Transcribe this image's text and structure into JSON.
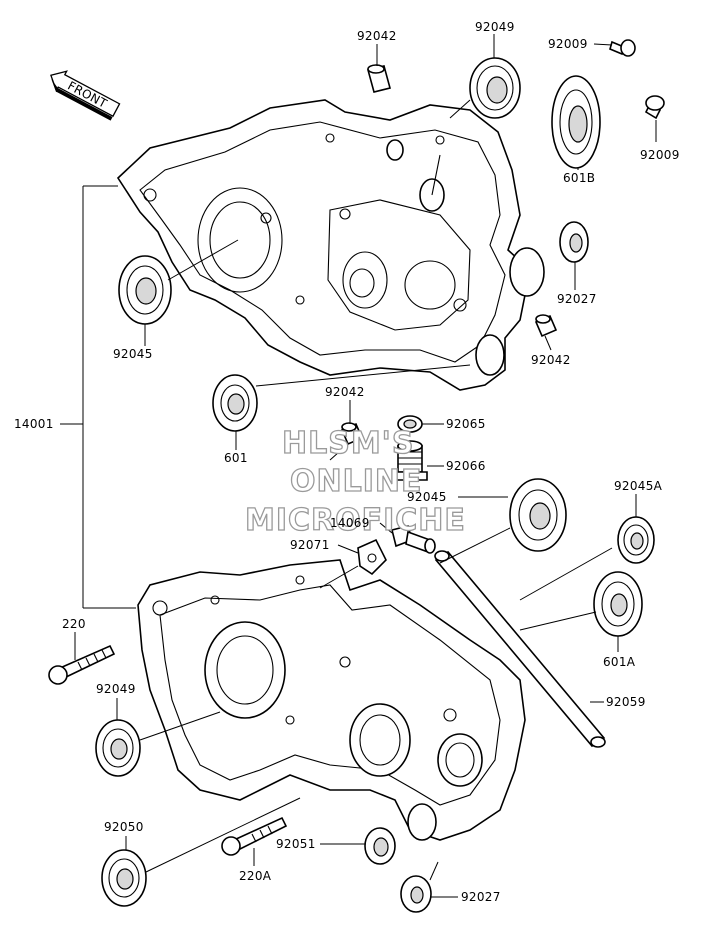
{
  "diagram": {
    "front_marker": "FRONT",
    "watermark": [
      "HLSM'S",
      "ONLINE",
      "MICROFICHE"
    ],
    "part_labels": {
      "p92042a": "92042",
      "p92049a": "92049",
      "p92009a": "92009",
      "p92009b": "92009",
      "p601b": "601B",
      "p92027a": "92027",
      "p92042b": "92042",
      "p92045a": "92045",
      "p14001": "14001",
      "p601": "601",
      "p92042c": "92042",
      "p92065": "92065",
      "p92066": "92066",
      "p92045b": "92045",
      "p92045A": "92045A",
      "p14069": "14069",
      "p92071": "92071",
      "p601A": "601A",
      "p220": "220",
      "p92049b": "92049",
      "p92059": "92059",
      "p92050": "92050",
      "p220A": "220A",
      "p92051": "92051",
      "p92027b": "92027"
    }
  }
}
